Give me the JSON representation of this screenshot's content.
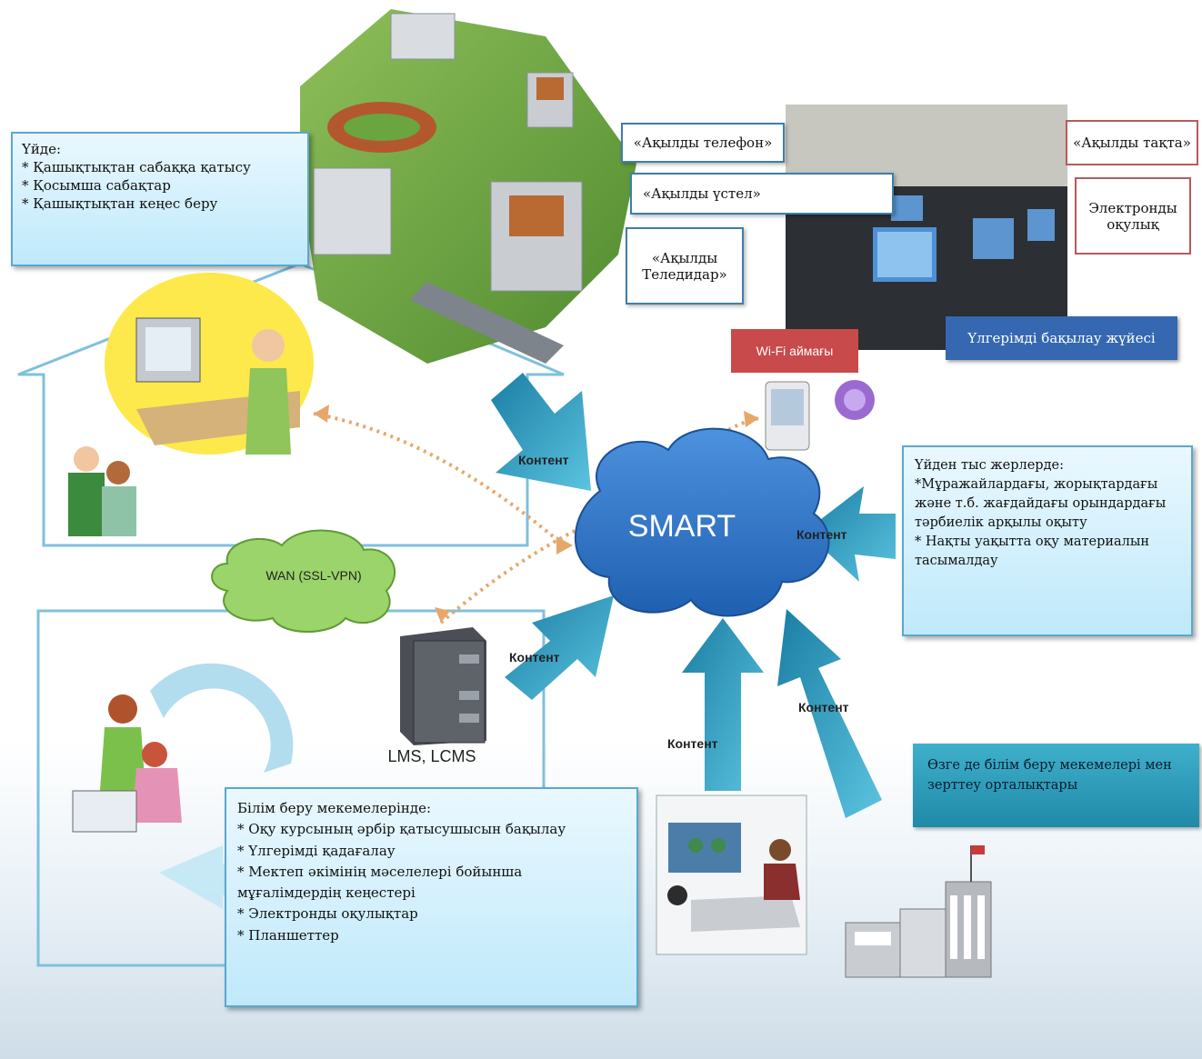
{
  "colors": {
    "arrow": "#1f8fb3",
    "cloud": "#2f74c9",
    "cyan_box": "#bfe9fb",
    "dark_blue_box": "#3568b0",
    "red_box": "#c94a4a",
    "teal_box": "#2a9bb8",
    "green_cloud": "#9ad46a"
  },
  "home_box": {
    "title": "Үйде:",
    "items": [
      "* Қашықтықтан сабаққа қатысу",
      "* Қосымша сабақтар",
      "* Қашықтықтан кеңес беру"
    ]
  },
  "top_labels": {
    "phone": "«Ақылды телефон»",
    "table": "«Ақылды үстел»",
    "tv": "«Ақылды Теледидар»",
    "board": "«Ақылды тақта»",
    "ebooks": "Электронды оқулық",
    "progress": "Үлгерімді бақылау жүйесі",
    "wifi": "Wi-Fi аймағы"
  },
  "cloud_label": "SMART",
  "outside_box": {
    "title": "Үйден тыс жерлерде:",
    "items": [
      "*Мұражайлардағы, жорықтардағы және т.б. жағдайдағы орындардағы тәрбиелік арқылы оқыту",
      "* Нақты уақытта оқу материалын тасымалдау"
    ]
  },
  "wan_label": "WAN (SSL-VPN)",
  "server_label": "LMS, LCMS",
  "content_label": "Контент",
  "institutions_box": {
    "title": "Білім беру мекемелерінде:",
    "items": [
      "* Оқу курсының әрбір қатысушысын бақылау",
      "* Үлгерімді қадағалау",
      "* Мектеп әкімінің мәселелері бойынша мұғалімдердің кеңестері",
      "* Электронды оқулықтар",
      "* Планшеттер"
    ]
  },
  "partners_box": "Өзге де білім беру мекемелері мен зерттеу орталықтары"
}
